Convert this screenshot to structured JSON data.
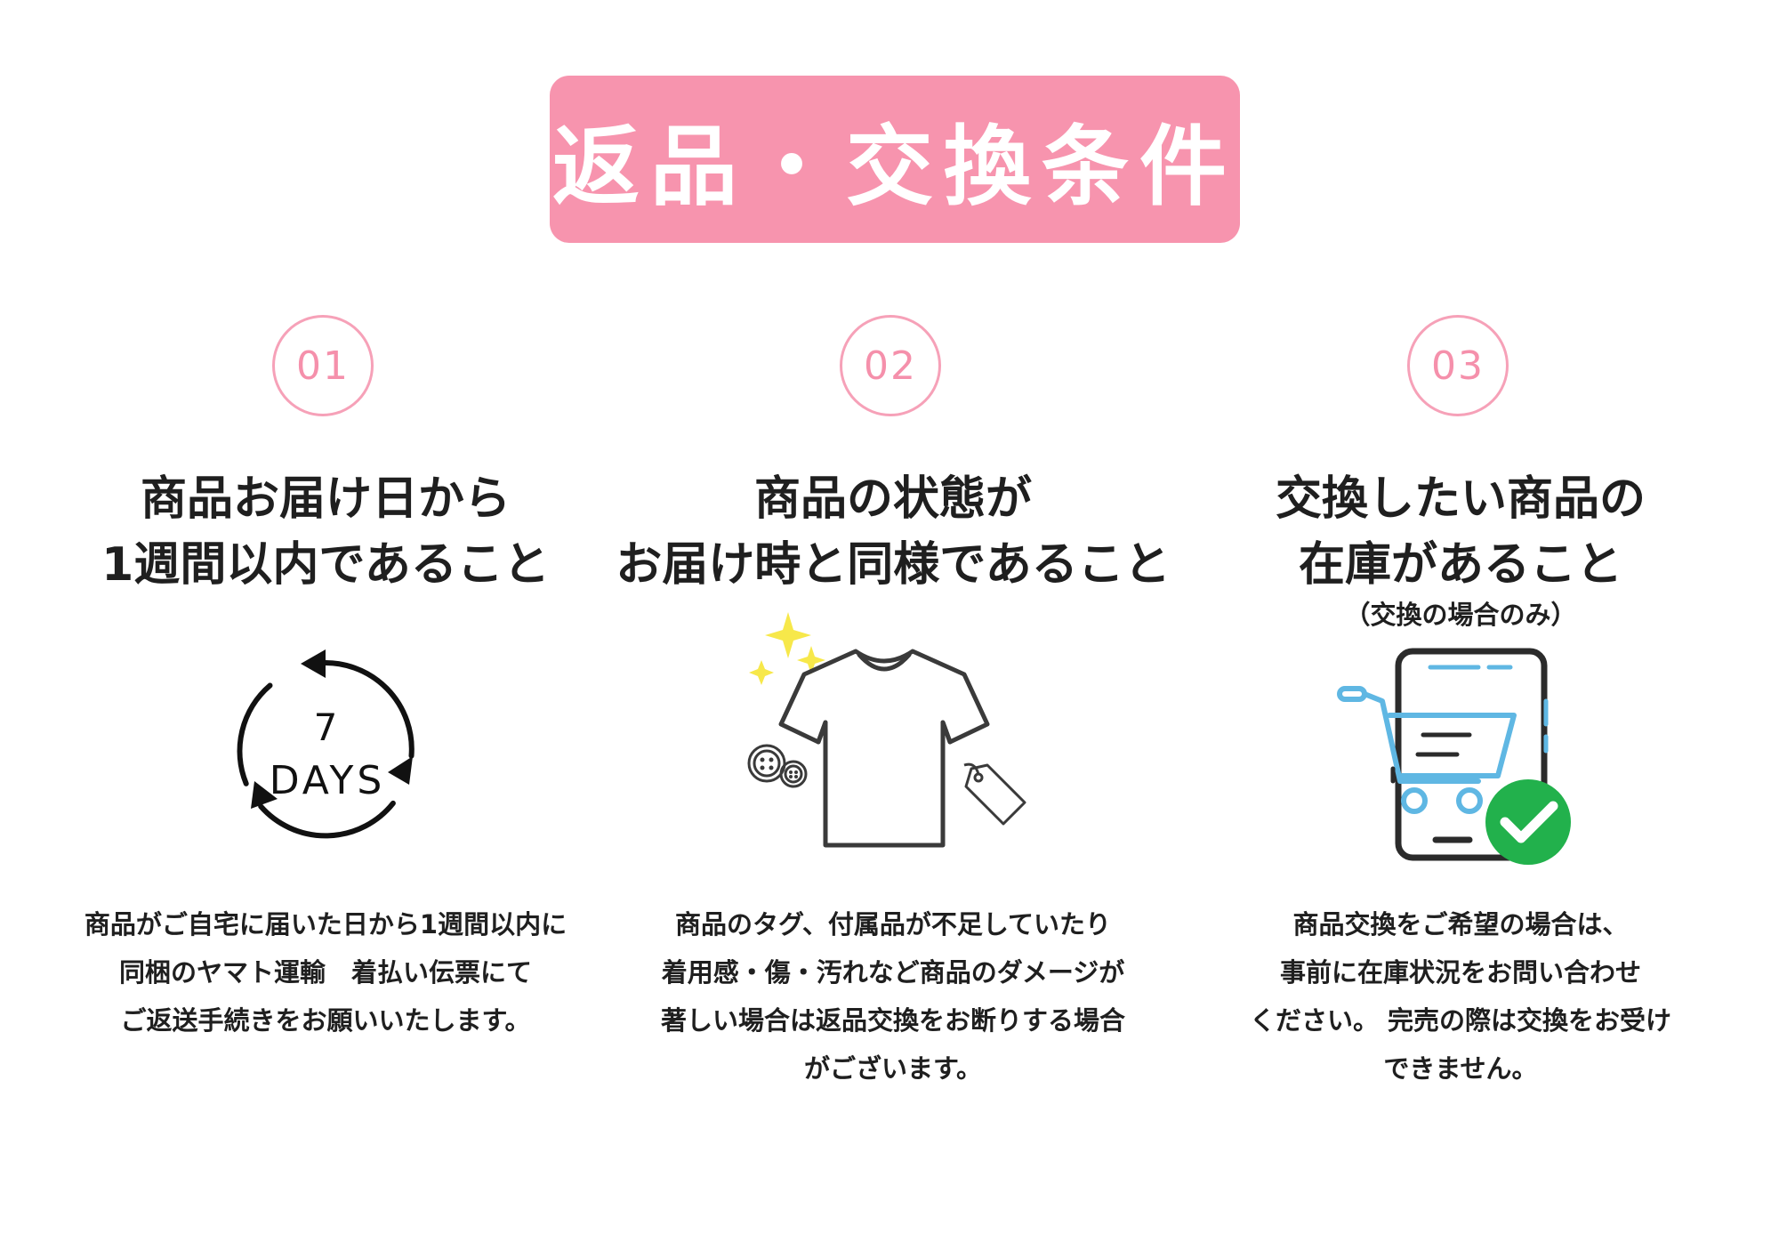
{
  "banner": {
    "title": "返品・交換条件"
  },
  "colors": {
    "banner_bg": "#f794ae",
    "number_ring": "#f6a1b8",
    "cart_blue": "#5fb7e3",
    "check_green": "#22b14c",
    "sparkle_yellow": "#f7e84a"
  },
  "conditions": [
    {
      "number": "01",
      "heading_lines": [
        "商品お届け日から",
        "1週間以内であること"
      ],
      "illustration": {
        "icon": "seven-days-cycle-icon",
        "number_text": "7",
        "unit_text": "DAYS"
      },
      "description_lines": [
        "商品がご自宅に届いた日から1週間以内に",
        "同梱のヤマト運輸　着払い伝票にて",
        "ご返送手続きをお願いいたします。"
      ]
    },
    {
      "number": "02",
      "heading_lines": [
        "商品の状態が",
        "お届け時と同様であること"
      ],
      "illustration": {
        "icon": "tshirt-with-tag-icon"
      },
      "description_lines": [
        "商品のタグ、付属品が不足していたり",
        "着用感・傷・汚れなど商品のダメージが",
        "著しい場合は返品交換をお断りする場合",
        "がございます。"
      ]
    },
    {
      "number": "03",
      "heading_lines": [
        "交換したい商品の",
        "在庫があること"
      ],
      "heading_note": "（交換の場合のみ）",
      "illustration": {
        "icon": "phone-cart-check-icon"
      },
      "description_lines": [
        "商品交換をご希望の場合は、",
        "事前に在庫状況をお問い合わせ",
        "ください。 完売の際は交換をお受け",
        "できません。"
      ]
    }
  ]
}
